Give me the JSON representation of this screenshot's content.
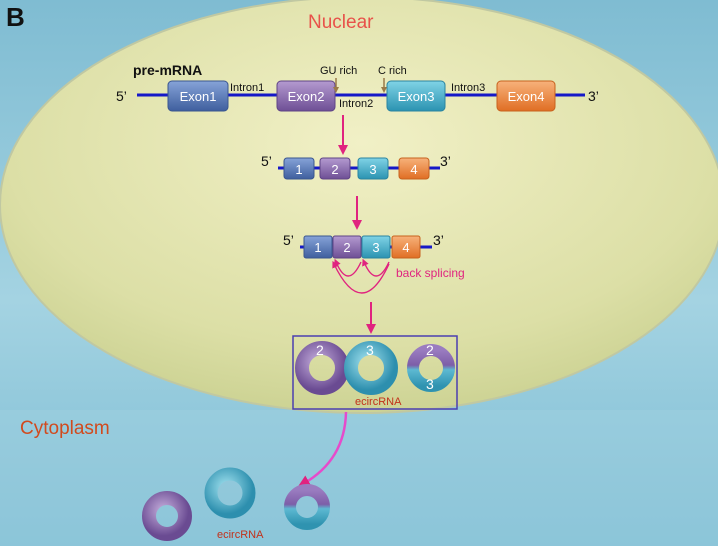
{
  "panel_letter": "B",
  "regions": {
    "nuclear": "Nuclear",
    "cytoplasm": "Cytoplasm"
  },
  "premrna": {
    "label": "pre-mRNA",
    "five_prime": "5’",
    "three_prime": "3’",
    "exons": [
      "Exon1",
      "Exon2",
      "Exon3",
      "Exon4"
    ],
    "introns": [
      "Intron1",
      "Intron2",
      "Intron3"
    ],
    "gu_rich": "GU rich",
    "c_rich": "C rich"
  },
  "step2": {
    "five_prime": "5’",
    "three_prime": "3’",
    "exons": [
      "1",
      "2",
      "3",
      "4"
    ]
  },
  "step3": {
    "five_prime": "5’",
    "three_prime": "3’",
    "exons": [
      "1",
      "2",
      "3",
      "4"
    ],
    "back_splicing": "back splicing"
  },
  "circles": {
    "ring_a": "2",
    "ring_b": "3",
    "ring_c_top": "2",
    "ring_c_bottom": "3",
    "label": "ecircRNA"
  },
  "cytoplasm_label": "ecircRNA",
  "colors": {
    "exon1": "#4f73b3",
    "exon2": "#8e6cb0",
    "exon3": "#3aaecb",
    "exon4": "#f0893f",
    "backbone": "#1518c8",
    "arrow": "#e0237f",
    "nuclear_text": "#e8524a",
    "cyto_text": "#d14a1e"
  }
}
